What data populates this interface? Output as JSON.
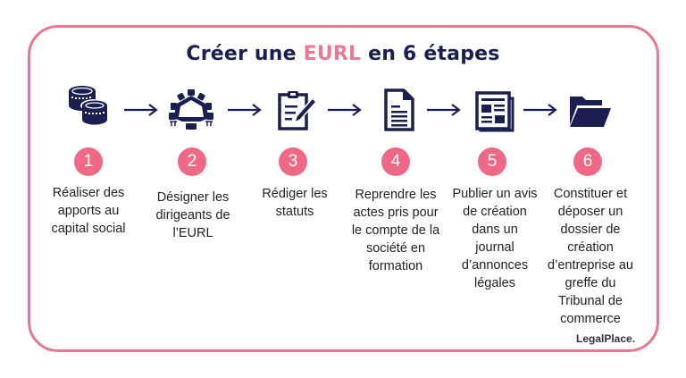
{
  "title": {
    "prefix": "Créer une ",
    "highlight": "EURL",
    "suffix": " en 6 étapes"
  },
  "colors": {
    "navy": "#1b1f50",
    "pink_accent": "#ef6886",
    "border_pink": "#e67891",
    "text": "#222222"
  },
  "steps": [
    {
      "number": "1",
      "icon": "coins-icon",
      "label": "Réaliser des apports au capital social"
    },
    {
      "number": "2",
      "icon": "meeting-table-icon",
      "label": "Désigner les dirigeants de l’EURL"
    },
    {
      "number": "3",
      "icon": "clipboard-pen-icon",
      "label": "Rédiger les statuts"
    },
    {
      "number": "4",
      "icon": "document-icon",
      "label": "Reprendre les actes pris pour le compte de la société en formation"
    },
    {
      "number": "5",
      "icon": "newspaper-icon",
      "label": "Publier un avis de création dans un journal d’annonces légales"
    },
    {
      "number": "6",
      "icon": "folder-open-icon",
      "label": "Constituer et déposer un dossier de création d’entreprise au greffe du Tribunal de commerce"
    }
  ],
  "brand": "LegalPlace."
}
